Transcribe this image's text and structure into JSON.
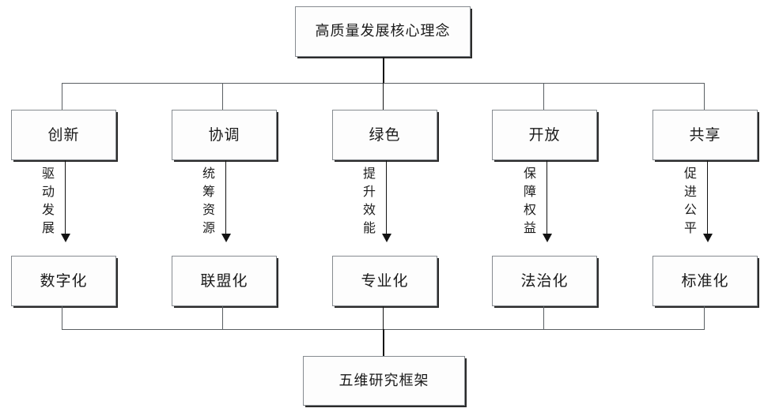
{
  "diagram": {
    "title": "高质量发展核心理念",
    "root": {
      "label": "高质量发展核心理念"
    },
    "footer": {
      "label": "五维研究框架"
    },
    "columns": [
      {
        "concept": "创新",
        "connector_label": "驱动发展",
        "outcome": "数字化"
      },
      {
        "concept": "协调",
        "connector_label": "统筹资源",
        "outcome": "联盟化"
      },
      {
        "concept": "绿色",
        "connector_label": "提升效能",
        "outcome": "专业化"
      },
      {
        "concept": "开放",
        "connector_label": "保障权益",
        "outcome": "法治化"
      },
      {
        "concept": "共享",
        "connector_label": "促进公平",
        "outcome": "标准化"
      }
    ],
    "colors": {
      "box_border": "#868b90",
      "box_fill": "#fdfdfd",
      "box_shadow": "#2b2b2b",
      "connector": "#5a5f63",
      "arrow": "#131313",
      "text": "#1a1a1a",
      "background": "#ffffff"
    }
  }
}
